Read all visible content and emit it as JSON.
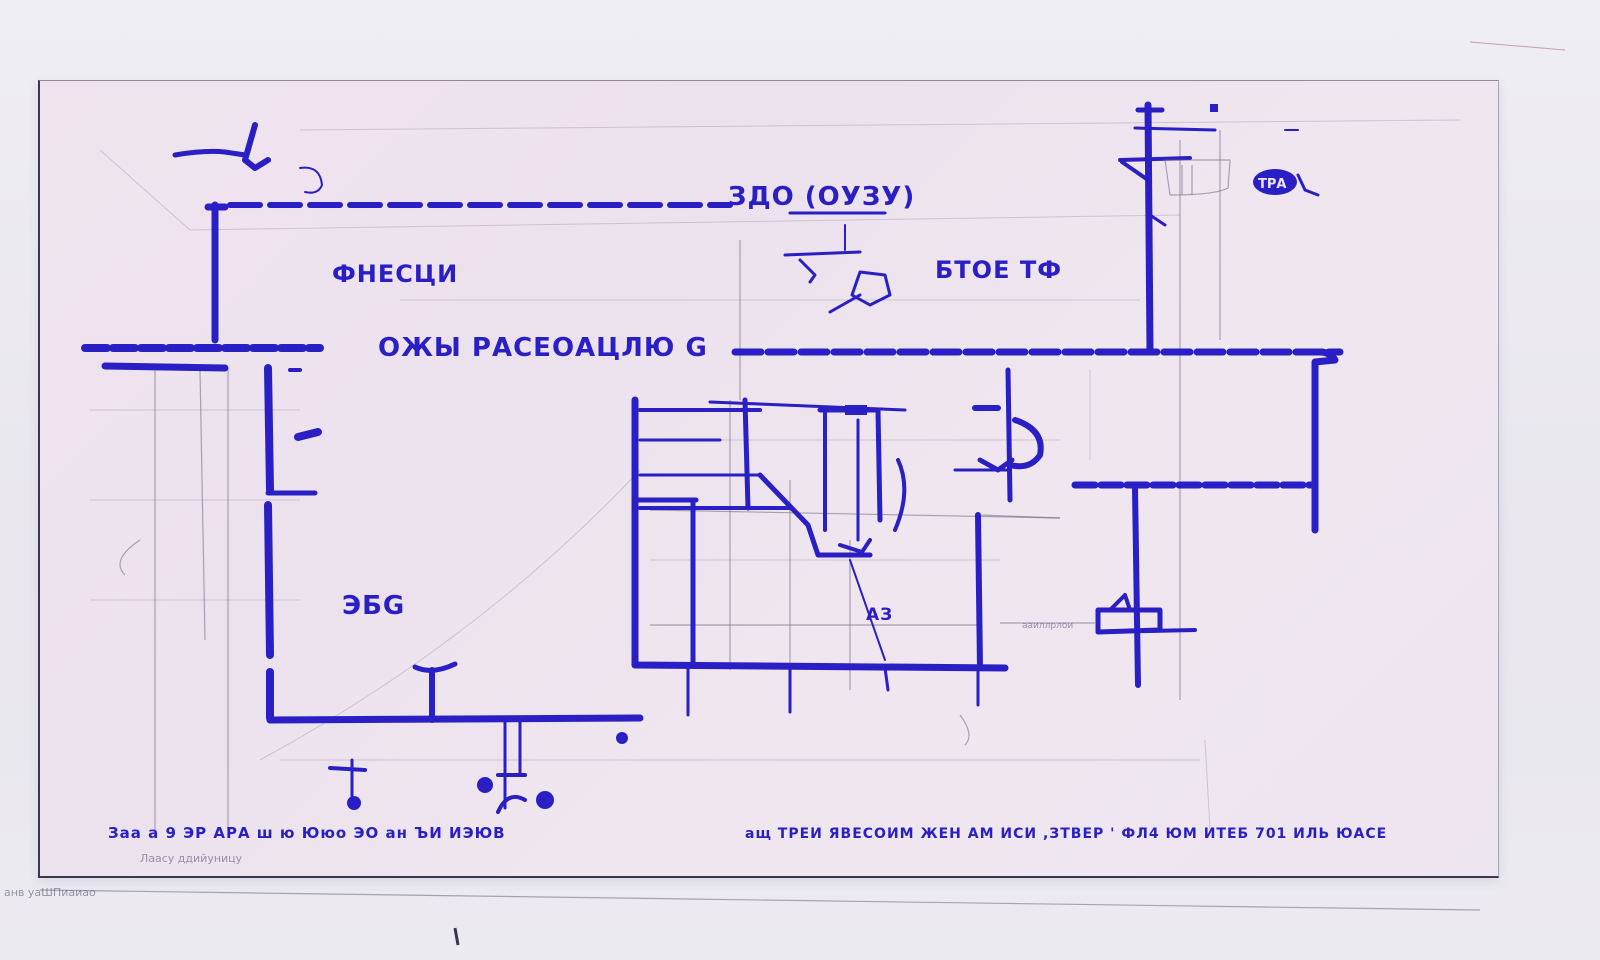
{
  "document": {
    "type": "hand-drawn schematic blueprint photo",
    "ink_color": "#2a1fc4",
    "paper_color": "#efe4ee",
    "pencil_color": "#6b6680"
  },
  "labels": {
    "top_line_label": "ЗДО (ОУЗУ)",
    "upper_left_label": "ФНЕСЦИ",
    "upper_right_label": "БТОЕ ТФ",
    "top_right_tag": "ТРА",
    "main_bus_label": "ОЖЫ РАСЕОАЦЛЮ G",
    "lower_left_label": "ЭБG",
    "center_dim_label": "АЗ",
    "right_dim_label": "ааиллрлои",
    "footer_text_left": "Заа а 9 ЭР АРА ш ю Ююо ЭО ан ЪИ ИЭЮВ",
    "footer_text_right": "ащ ТРЕИ ЯВЕСОИМ ЖЕН АМ ИСИ ,ЗТВЕР ' ФЛ4 ЮМ ИТЕБ 701 ИЛЬ ЮАСЕ",
    "under_sheet_caption": "анв уаШПиаиао",
    "below_border_faint": "Лаасу ддийуницу"
  }
}
